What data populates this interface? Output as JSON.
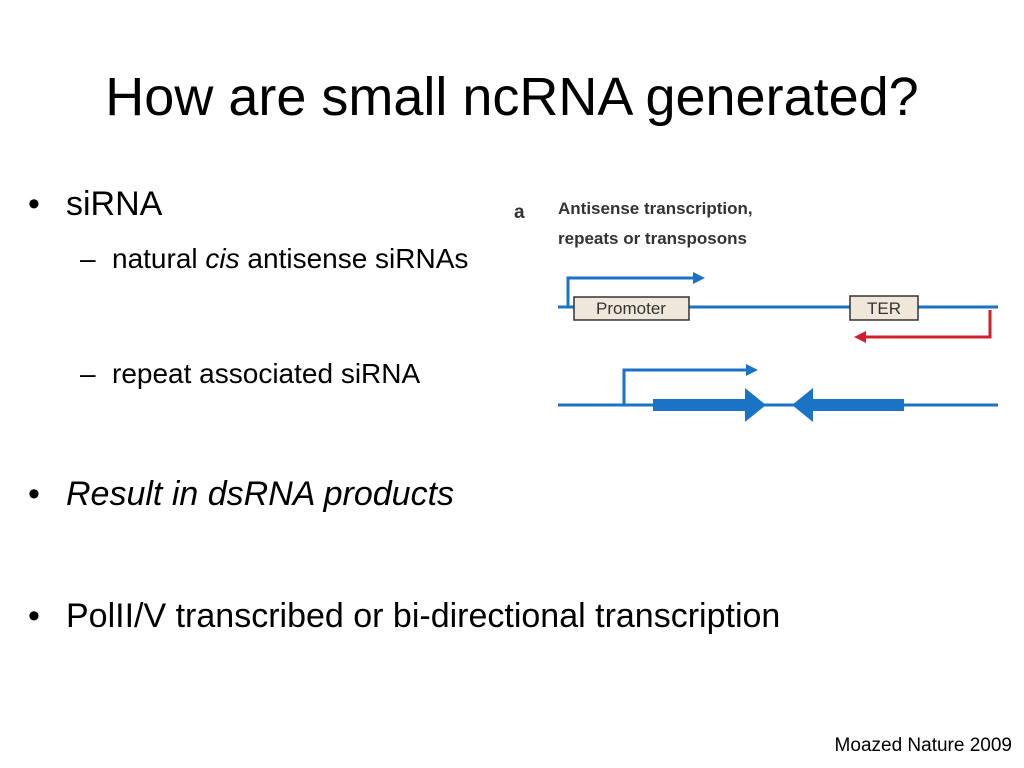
{
  "slide": {
    "title": "How are small ncRNA generated?",
    "bullets": [
      {
        "text": "siRNA",
        "sub_items": [
          {
            "prefix": "natural ",
            "italic": "cis",
            "suffix": " antisense siRNAs"
          },
          {
            "text": "repeat associated siRNA"
          }
        ]
      },
      {
        "text": "Result in dsRNA products"
      },
      {
        "text": "PolII/V transcribed or bi-directional transcription"
      }
    ],
    "bullet_symbol": "•",
    "dash_symbol": "–",
    "citation": "Moazed Nature 2009"
  },
  "figure": {
    "panel_label": "a",
    "caption_line1": "Antisense transcription,",
    "caption_line2": "repeats or transposons",
    "promoter_label": "Promoter",
    "ter_label": "TER",
    "colors": {
      "line_blue": "#1a73c4",
      "arrow_red": "#d0202e",
      "box_fill": "#efe7da",
      "text": "#333333"
    }
  }
}
